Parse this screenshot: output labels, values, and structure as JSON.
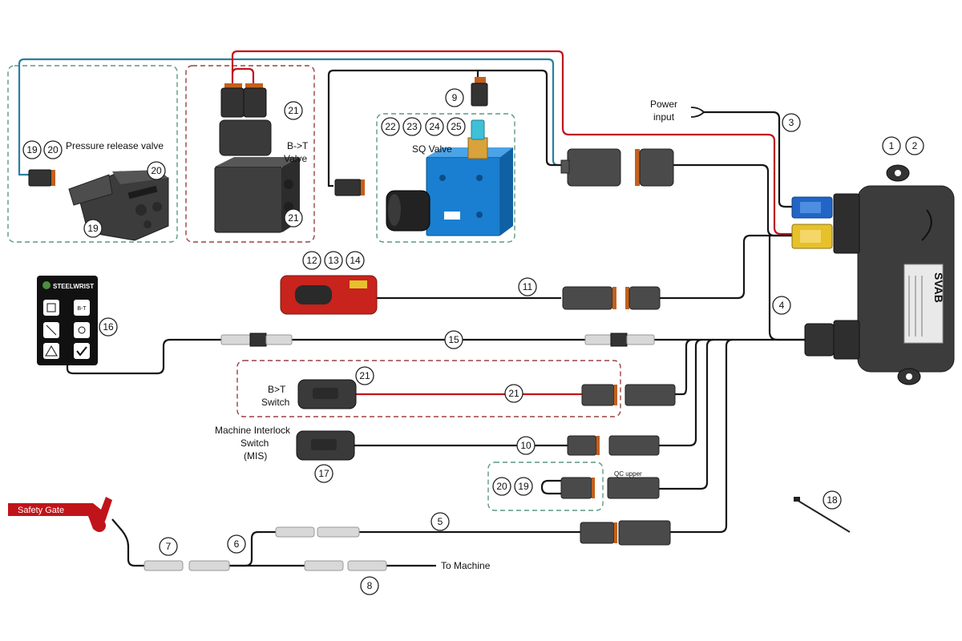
{
  "labels": {
    "power_input": [
      "Power",
      "input"
    ],
    "pressure_release_valve": "Pressure release valve",
    "bt_valve": [
      "B->T",
      "Valve"
    ],
    "sq_valve": "SQ Valve",
    "bt_switch": [
      "B>T",
      "Switch"
    ],
    "machine_interlock_switch": [
      "Machine Interlock",
      "Switch",
      "(MIS)"
    ],
    "qc_upper": "QC upper",
    "safety_gate": "Safety Gate",
    "to_machine": "To Machine",
    "steelwrist": "STEELWRIST",
    "svab": "SVAB"
  },
  "callouts": [
    "1",
    "2",
    "3",
    "4",
    "5",
    "6",
    "7",
    "8",
    "9",
    "10",
    "11",
    "12",
    "13",
    "14",
    "15",
    "16",
    "17",
    "18",
    "19",
    "20",
    "21",
    "22",
    "23",
    "24",
    "25"
  ],
  "keypad_buttons": [
    "tilt-icon",
    "bt-icon",
    "bucket-icon",
    "lock-icon",
    "warning-icon",
    "check-icon"
  ],
  "colors": {
    "wire_black": "#151515",
    "wire_red": "#c0141a",
    "wire_teal": "#2a7f9e",
    "sq_valve_blue": "#1a7fd0",
    "blue_connector": "#2166c6",
    "yellow_connector": "#e6c12c",
    "safety_gate_red": "#c0141a",
    "remote_red": "#c8231c"
  }
}
